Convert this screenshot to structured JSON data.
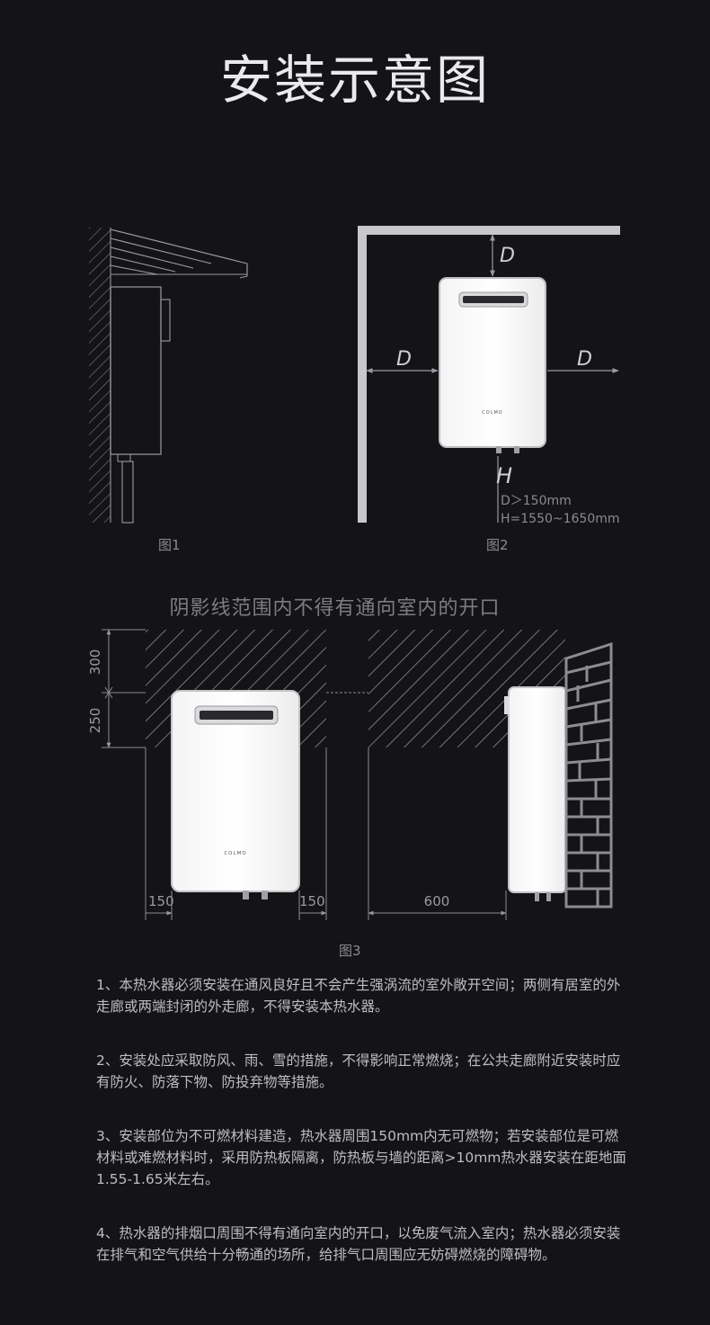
{
  "page": {
    "title": "安装示意图"
  },
  "figure1": {
    "caption": "图1"
  },
  "figure2": {
    "caption": "图2",
    "label_d": "D",
    "label_h": "H",
    "note_d": "D＞150mm",
    "note_h": "H=1550~1650mm",
    "brand": "COLMO"
  },
  "figure3": {
    "heading": "阴影线范围内不得有通向室内的开口",
    "caption": "图3",
    "dim_300": "300",
    "dim_250": "250",
    "dim_150_left": "150",
    "dim_150_right": "150",
    "dim_600": "600",
    "brand": "COLMO"
  },
  "notes": [
    "1、本热水器必须安装在通风良好且不会产生强涡流的室外敞开空间；两侧有居室的外走廊或两端封闭的外走廊，不得安装本热水器。",
    "2、安装处应采取防风、雨、雪的措施，不得影响正常燃烧；在公共走廊附近安装时应有防火、防落下物、防投弃物等措施。",
    "3、安装部位为不可燃材料建造，热水器周围150mm内无可燃物；若安装部位是可燃材料或难燃材料时，采用防热板隔离，防热板与墙的距离>10mm热水器安装在距地面1.55-1.65米左右。",
    "4、热水器的排烟口周围不得有通向室内的开口，以免废气流入室内；热水器必须安装在排气和空气供给十分畅通的场所，给排气口周围应无妨碍燃烧的障碍物。"
  ]
}
